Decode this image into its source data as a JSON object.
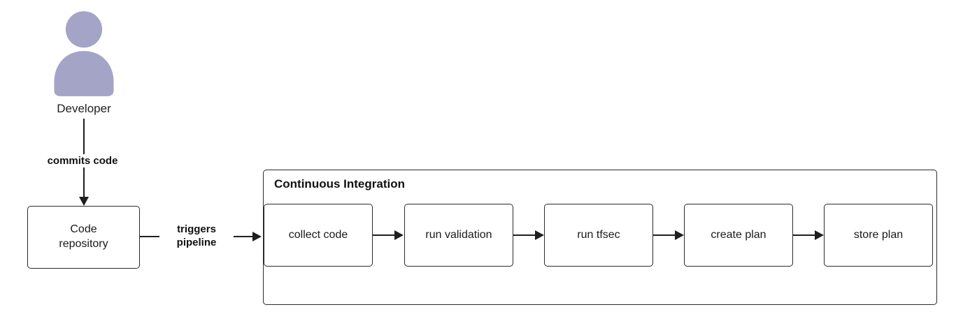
{
  "diagram": {
    "developer": {
      "label": "Developer"
    },
    "commit_arrow": {
      "label": "commits code"
    },
    "code_repository": {
      "label": "Code repository"
    },
    "trigger_arrow": {
      "label_line1": "triggers",
      "label_line2": "pipeline"
    },
    "ci": {
      "title": "Continuous Integration",
      "steps": [
        "collect code",
        "run validation",
        "run tfsec",
        "create plan",
        "store plan"
      ]
    },
    "colors": {
      "person_fill": "#a3a4c6",
      "line": "#1f1f1f",
      "box_border": "#2b2b2b",
      "background": "#ffffff"
    }
  }
}
